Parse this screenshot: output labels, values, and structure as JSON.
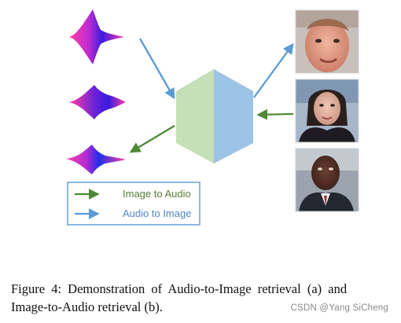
{
  "figure": {
    "legend": {
      "image_to_audio_label": "Image to Audio",
      "audio_to_image_label": "Audio to Image",
      "image_to_audio_color": "#4e8a35",
      "image_to_audio_text_color": "#5a7a34",
      "audio_to_image_color": "#5b9bd5",
      "audio_to_image_text_color": "#4f86c6"
    },
    "hexagon": {
      "left_color": "#c5dfb7",
      "right_color": "#9dc3e6"
    },
    "waveforms": [
      {
        "name": "waveform-top",
        "colors": [
          "#ff3fa4",
          "#3a1be0"
        ]
      },
      {
        "name": "waveform-middle",
        "colors": [
          "#ff3fa4",
          "#3a1be0"
        ]
      },
      {
        "name": "waveform-bottom",
        "colors": [
          "#ff3fa4",
          "#1e2fe8"
        ]
      }
    ],
    "faces": [
      "face-man-top",
      "face-woman-middle",
      "face-man-bottom"
    ]
  },
  "caption": {
    "line1": "Figure 4:  Demonstration of Audio-to-Image retrieval (a) and",
    "line2": "Image-to-Audio retrieval (b)."
  },
  "watermark": "CSDN @Yang SiCheng"
}
